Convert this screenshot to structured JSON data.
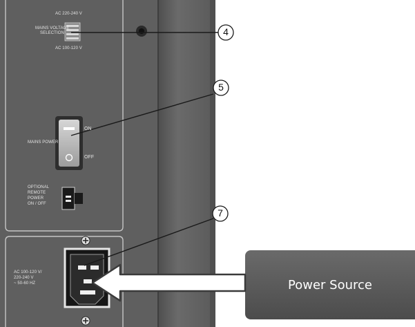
{
  "panel": {
    "voltage_top": "AC 220-240 V",
    "voltage_selection_line1": "MAINS VOLTAGE",
    "voltage_selection_line2": "SELECTION",
    "voltage_bottom": "AC 100-120 V",
    "mains_power": "MAINS POWER",
    "switch_on": "ON",
    "switch_off": "OFF",
    "remote_line1": "OPTIONAL",
    "remote_line2": "REMOTE",
    "remote_line3": "POWER",
    "remote_line4": "ON / OFF",
    "ac_line1": "AC 100-120 V/",
    "ac_line2": "220-240 V",
    "ac_line3": "~ 50-60 Hz"
  },
  "callouts": [
    "4",
    "5",
    "7"
  ],
  "power_source_label": "Power Source",
  "colors": {
    "panel": "#5f5f5f",
    "panel_dark": "#474747",
    "right_strip": "#6c6c6c",
    "callout_box": "#5a5a5a",
    "border_line": "#c8c8c8"
  }
}
